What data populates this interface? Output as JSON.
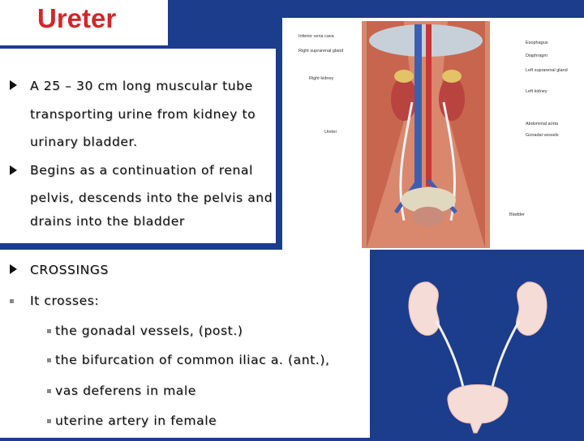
{
  "slide": {
    "title": "Ureter",
    "bullets": [
      {
        "lines": [
          "A 25 – 30 cm long muscular tube",
          "transporting urine from kidney to",
          "urinary bladder."
        ]
      },
      {
        "lines": [
          "Begins as a continuation of renal",
          "pelvis, descends into the pelvis and",
          "drains into the bladder"
        ]
      }
    ],
    "crossings_heading": "CROSSINGS",
    "crosses_intro": "It crosses:",
    "crosses": [
      "the gonadal vessels, (post.)",
      "the bifurcation of common iliac a. (ant.),",
      "vas deferens in male",
      "uterine artery in female"
    ]
  },
  "figure": {
    "labels_left": [
      "Inferior vena cava",
      "Right suprarenal gland",
      "Right kidney",
      "Ureter"
    ],
    "labels_right": [
      "Esophagus",
      "Diaphragm",
      "Left suprarenal gland",
      "Left kidney",
      "Abdominal aorta",
      "Gonadal vessels",
      "Bladder"
    ]
  },
  "colors": {
    "background": "#1c3c8c",
    "title": "#d0282a"
  }
}
